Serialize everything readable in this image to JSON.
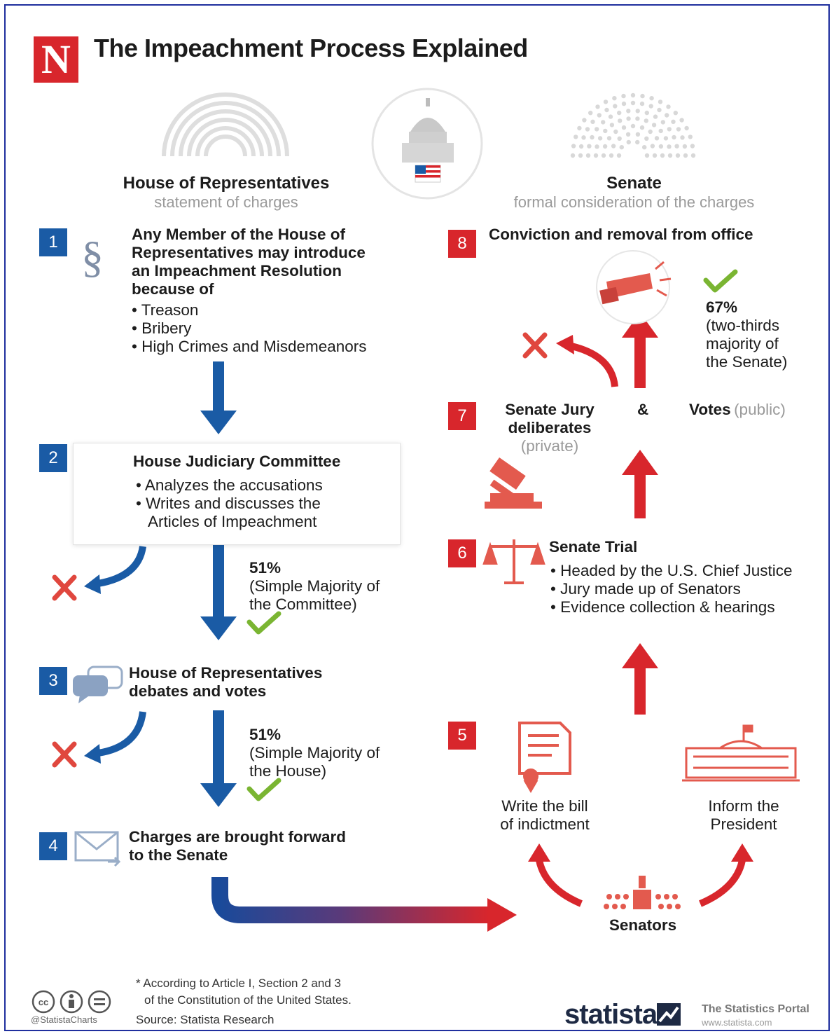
{
  "header": {
    "logo_letter": "N",
    "title": "The Impeachment Process Explained"
  },
  "columns": {
    "house": {
      "title": "House of Representatives",
      "subtitle": "statement of charges"
    },
    "senate": {
      "title": "Senate",
      "subtitle": "formal consideration of the charges"
    }
  },
  "steps": {
    "s1": {
      "number": "1",
      "heading": [
        "Any Member of the House of",
        "Representatives may introduce",
        "an Impeachment Resolution",
        "because of"
      ],
      "items": [
        "Treason",
        "Bribery",
        "High Crimes and Misdemeanors"
      ]
    },
    "s2": {
      "number": "2",
      "heading": "House Judiciary Committee",
      "items": [
        "Analyzes the accusations",
        "Writes and discusses the"
      ],
      "continuation": "Articles of Impeachment",
      "vote_pct": "51%",
      "vote_desc": [
        "(Simple Majority of",
        "the Committee)"
      ]
    },
    "s3": {
      "number": "3",
      "heading": [
        "House of Representatives",
        "debates and votes"
      ],
      "vote_pct": "51%",
      "vote_desc": [
        "(Simple Majority of",
        "the House)"
      ]
    },
    "s4": {
      "number": "4",
      "heading": [
        "Charges are brought forward",
        "to the Senate"
      ]
    },
    "s5": {
      "number": "5",
      "left_label": [
        "Write the bill",
        "of indictment"
      ],
      "right_label": [
        "Inform the",
        "President"
      ],
      "center_label": "Senators"
    },
    "s6": {
      "number": "6",
      "heading": "Senate Trial",
      "items": [
        "Headed by the U.S. Chief Justice",
        "Jury made up of Senators",
        "Evidence collection & hearings"
      ]
    },
    "s7": {
      "number": "7",
      "jury": [
        "Senate Jury",
        "deliberates"
      ],
      "jury_note": "(private)",
      "amp": "&",
      "votes": "Votes",
      "votes_note": "(public)"
    },
    "s8": {
      "number": "8",
      "heading": "Conviction and removal from office",
      "vote_pct": "67%",
      "vote_desc": [
        "(two-thirds",
        "majority of",
        "the Senate)"
      ]
    }
  },
  "footer": {
    "note": [
      "* According to Article I, Section 2 and 3",
      "of the Constitution of the United States."
    ],
    "source": "Source: Statista Research",
    "handle": "@StatistaCharts",
    "brand": "statista",
    "portal": "The Statistics Portal",
    "url": "www.statista.com"
  },
  "colors": {
    "blue": "#1a5ba5",
    "red": "#d8262c",
    "green": "#7ab532",
    "grey": "#9a9a9a"
  }
}
